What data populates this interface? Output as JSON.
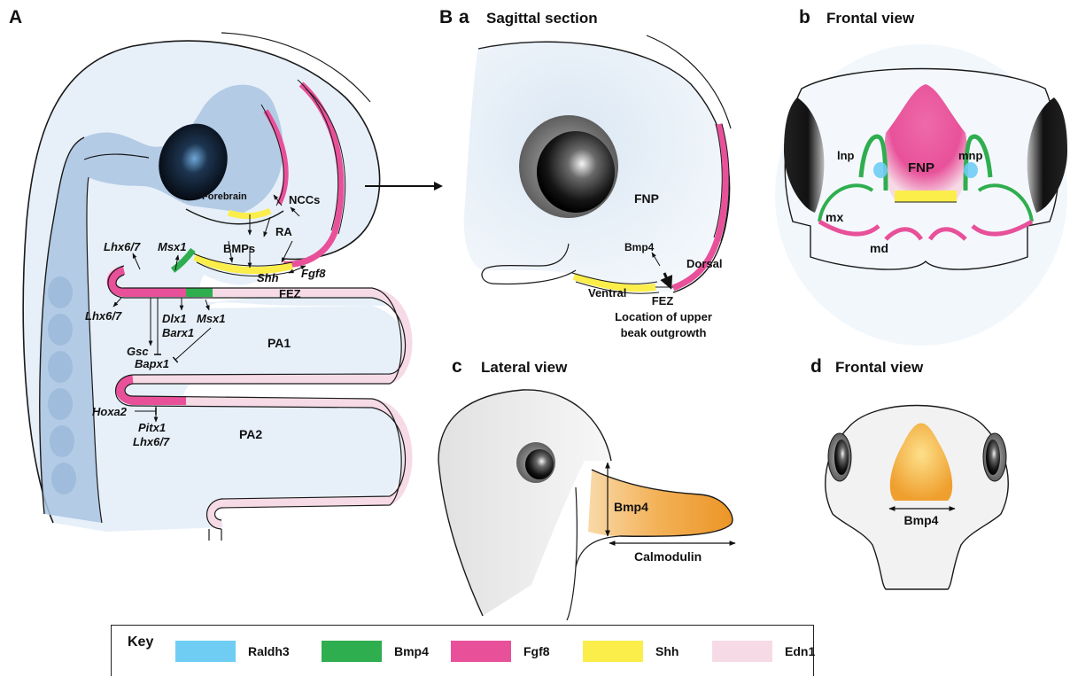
{
  "panels": {
    "A": "A",
    "B": "B",
    "Ba": "a",
    "Ba_title": "Sagittal section",
    "Bb": "b",
    "Bb_title": "Frontal view",
    "Bc": "c",
    "Bc_title": "Lateral view",
    "Bd": "d",
    "Bd_title": "Frontal view"
  },
  "panel_a_labels": {
    "forebrain": "Forebrain",
    "nccs": "NCCs",
    "ra": "RA",
    "bmps": "BMPs",
    "fgf8": "Fgf8",
    "shh": "Shh",
    "fez": "FEZ",
    "lhx67_top": "Lhx6/7",
    "msx1_top": "Msx1",
    "lhx67_mid": "Lhx6/7",
    "dlx1": "Dlx1",
    "barx1": "Barx1",
    "msx1_mid": "Msx1",
    "gsc": "Gsc",
    "bapx1": "Bapx1",
    "pa1": "PA1",
    "hoxa2": "Hoxa2",
    "pitx1": "Pitx1",
    "lhx67_bottom": "Lhx6/7",
    "pa2": "PA2"
  },
  "panel_ba_labels": {
    "fnp": "FNP",
    "bmp4": "Bmp4",
    "dorsal": "Dorsal",
    "ventral": "Ventral",
    "fez": "FEZ",
    "location1": "Location of upper",
    "location2": "beak outgrowth"
  },
  "panel_bb_labels": {
    "lnp": "lnp",
    "fnp": "FNP",
    "mnp": "mnp",
    "mx": "mx",
    "md": "md"
  },
  "panel_bc_labels": {
    "bmp4": "Bmp4",
    "calmodulin": "Calmodulin"
  },
  "panel_bd_labels": {
    "bmp4": "Bmp4"
  },
  "key": {
    "title": "Key",
    "items": [
      {
        "label": "Raldh3",
        "color": "#6fcdf4"
      },
      {
        "label": "Bmp4",
        "color": "#2fae4f"
      },
      {
        "label": "Fgf8",
        "color": "#e8519a"
      },
      {
        "label": "Shh",
        "color": "#fbee4a"
      },
      {
        "label": "Edn1",
        "color": "#f6dbe6"
      }
    ]
  },
  "colors": {
    "raldh3": "#6fcdf4",
    "bmp4": "#2fae4f",
    "fgf8": "#e8519a",
    "shh": "#fbee4a",
    "edn1": "#f6dbe6",
    "tissue": "#e4eef8",
    "brain": "#a9c4e2",
    "beak": "#f2a540"
  }
}
